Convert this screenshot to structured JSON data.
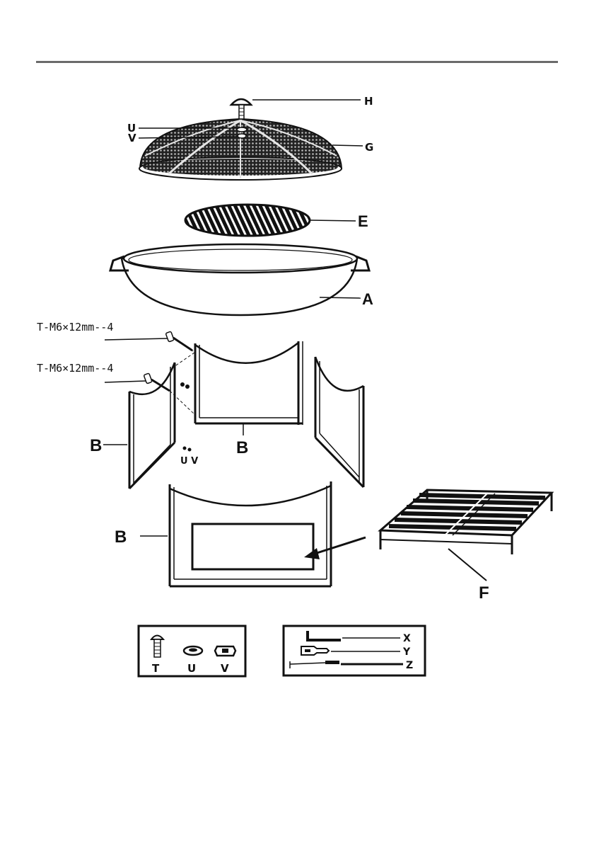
{
  "labels": {
    "H": "H",
    "U": "U",
    "V": "V",
    "G": "G",
    "E": "E",
    "A": "A",
    "B": "B",
    "F": "F",
    "screw_1": "T-M6×12mm--4",
    "screw_2": "T-M6×12mm--4",
    "uv_small": "U V"
  },
  "hardware_box": {
    "items": [
      {
        "label": "T",
        "icon": "bolt-icon"
      },
      {
        "label": "U",
        "icon": "washer-icon"
      },
      {
        "label": "V",
        "icon": "nut-icon"
      }
    ]
  },
  "tools_box": {
    "items": [
      {
        "label": "X",
        "icon": "hex-key-icon"
      },
      {
        "label": "Y",
        "icon": "wrench-icon"
      },
      {
        "label": "Z",
        "icon": "poker-rod-icon"
      }
    ]
  }
}
